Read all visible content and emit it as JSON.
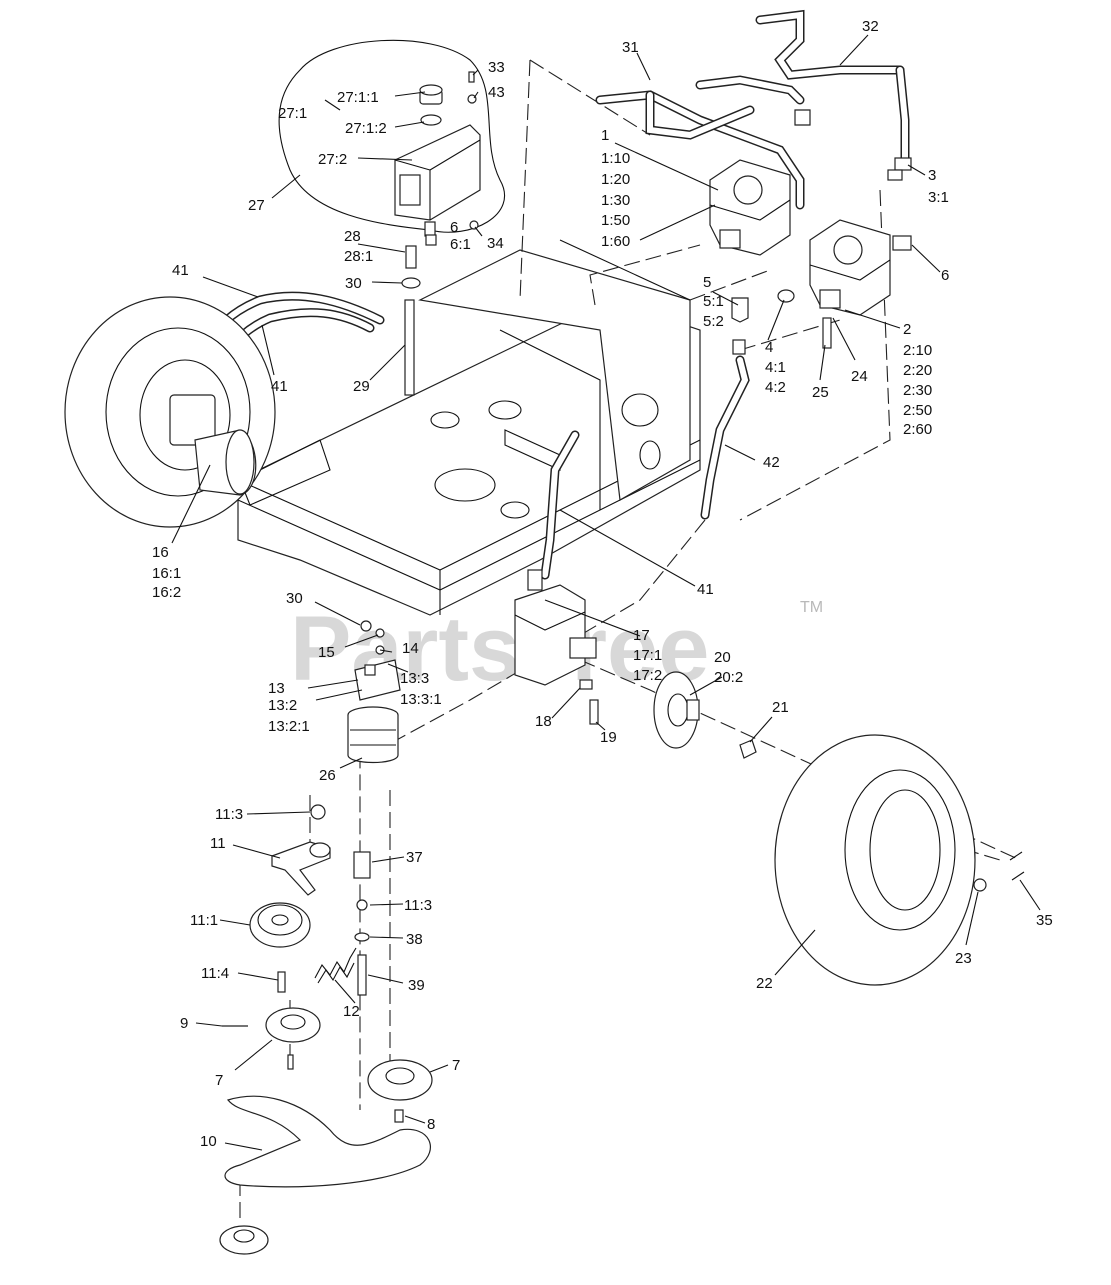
{
  "watermark": {
    "text": "PartsTree",
    "trademark": "TM"
  },
  "labels": {
    "l33": "33",
    "l43": "43",
    "l27_1_1": "27:1:1",
    "l27_1": "27:1",
    "l27_1_2": "27:1:2",
    "l27_2": "27:2",
    "l27": "27",
    "l6a": "6",
    "l6_1": "6:1",
    "l34": "34",
    "l28": "28",
    "l28_1": "28:1",
    "l30a": "30",
    "l31": "31",
    "l32": "32",
    "l1": "1",
    "l1_10": "1:10",
    "l1_20": "1:20",
    "l1_30": "1:30",
    "l1_50": "1:50",
    "l1_60": "1:60",
    "l3": "3",
    "l3_1": "3:1",
    "l6b": "6",
    "l5": "5",
    "l5_1": "5:1",
    "l5_2": "5:2",
    "l4": "4",
    "l4_1": "4:1",
    "l4_2": "4:2",
    "l25": "25",
    "l24": "24",
    "l2": "2",
    "l2_10": "2:10",
    "l2_20": "2:20",
    "l2_30": "2:30",
    "l2_50": "2:50",
    "l2_60": "2:60",
    "l41a": "41",
    "l41b": "41",
    "l41c": "41",
    "l29": "29",
    "l42": "42",
    "l16": "16",
    "l16_1": "16:1",
    "l16_2": "16:2",
    "l30b": "30",
    "l15": "15",
    "l14": "14",
    "l13": "13",
    "l13_2": "13:2",
    "l13_2_1": "13:2:1",
    "l13_3": "13:3",
    "l13_3_1": "13:3:1",
    "l17": "17",
    "l17_1": "17:1",
    "l17_2": "17:2",
    "l20": "20",
    "l20_2": "20:2",
    "l18": "18",
    "l19": "19",
    "l21": "21",
    "l26": "26",
    "l11_3a": "11:3",
    "l11": "11",
    "l37": "37",
    "l11_3b": "11:3",
    "l11_1": "11:1",
    "l38": "38",
    "l11_4": "11:4",
    "l12": "12",
    "l39": "39",
    "l9": "9",
    "l7a": "7",
    "l7b": "7",
    "l8": "8",
    "l10": "10",
    "l22": "22",
    "l23": "23",
    "l35": "35"
  }
}
